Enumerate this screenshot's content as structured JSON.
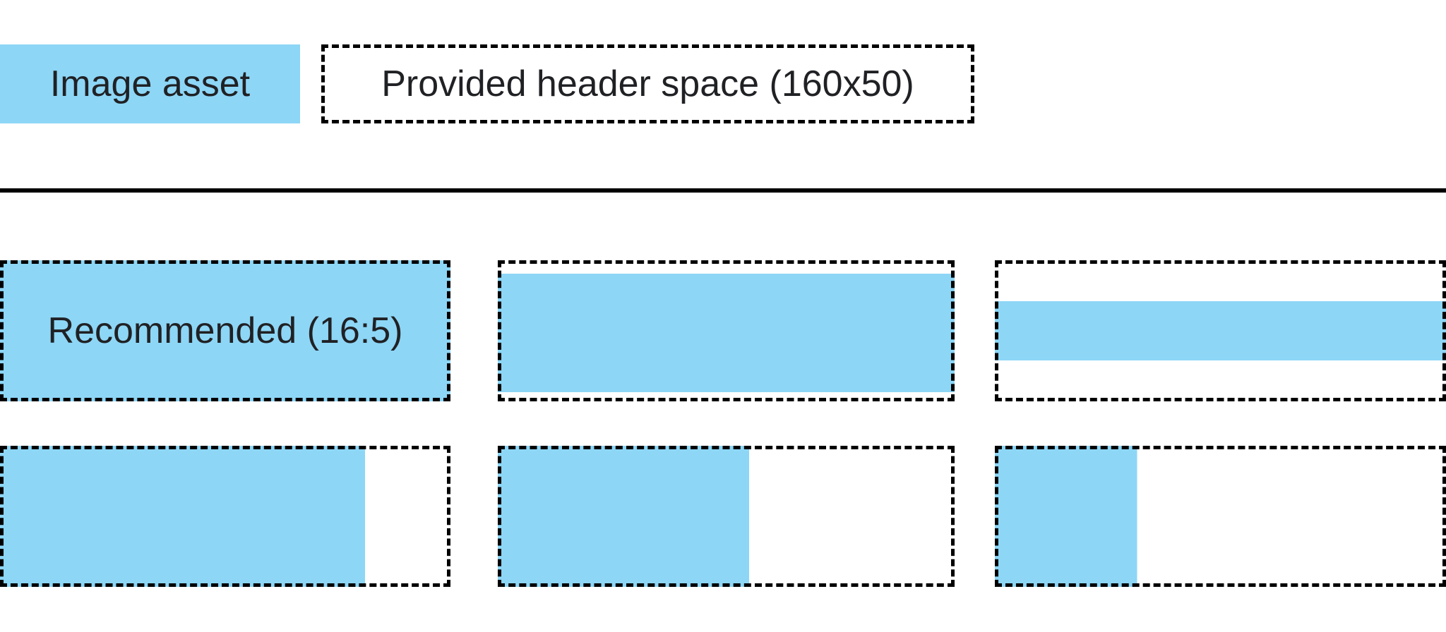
{
  "colors": {
    "asset_blue": "#8DD6F6",
    "border_black": "#000000",
    "text": "#202124",
    "background": "#ffffff",
    "divider": "#000000"
  },
  "legend": {
    "image_asset": {
      "label": "Image asset"
    },
    "header_space": {
      "label": "Provided header space (160x50)"
    }
  },
  "diagram": {
    "examples": [
      {
        "name": "recommended-16-5",
        "label": "Recommended (16:5)",
        "fill": {
          "width_pct": 100,
          "height_pct": 100,
          "top_pct": 0
        }
      },
      {
        "name": "full-width-tall-letterbox",
        "label": "",
        "fill": {
          "width_pct": 100,
          "height_pct": 84,
          "top_pct": 9.5
        }
      },
      {
        "name": "full-width-thin-letterbox",
        "label": "",
        "fill": {
          "width_pct": 100,
          "height_pct": 42,
          "top_pct": 29
        }
      },
      {
        "name": "full-height-wide-pillarbox",
        "label": "",
        "fill": {
          "width_pct": 81,
          "height_pct": 100,
          "top_pct": 0
        }
      },
      {
        "name": "full-height-half-pillarbox",
        "label": "",
        "fill": {
          "width_pct": 55,
          "height_pct": 100,
          "top_pct": 0
        }
      },
      {
        "name": "full-height-narrow-pillarbox",
        "label": "",
        "fill": {
          "width_pct": 31.5,
          "height_pct": 100,
          "top_pct": 0
        }
      }
    ]
  }
}
